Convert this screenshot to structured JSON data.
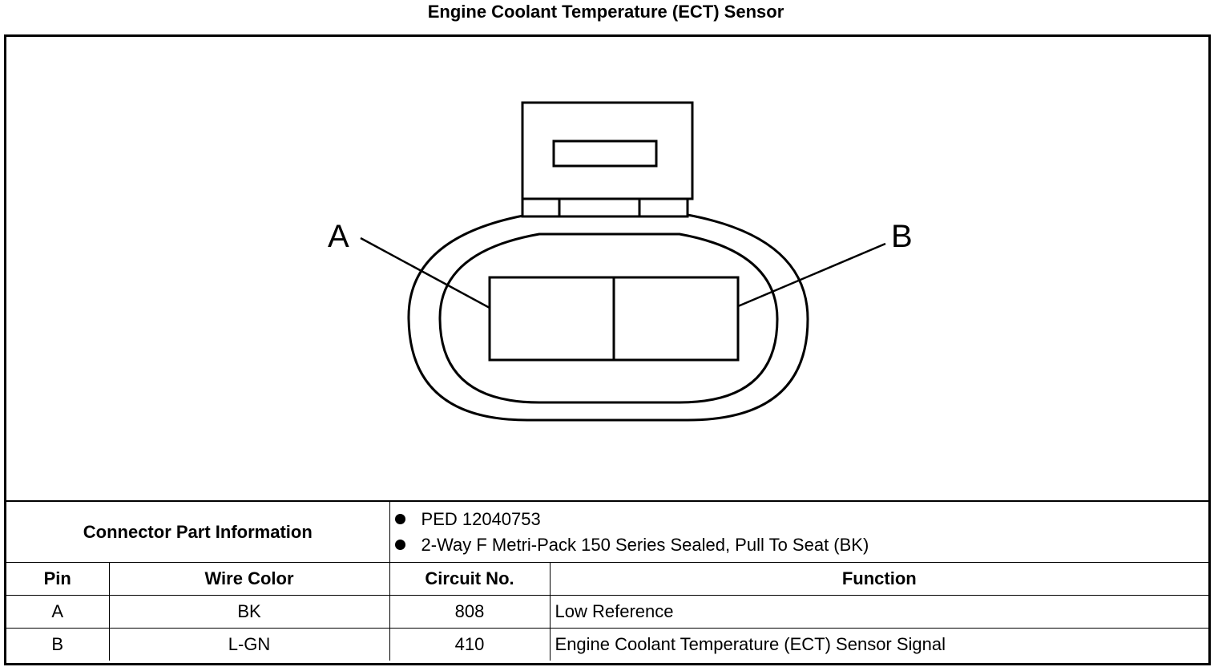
{
  "title": "Engine Coolant Temperature (ECT) Sensor",
  "diagram": {
    "pin_labels": [
      "A",
      "B"
    ]
  },
  "connector_info": {
    "label": "Connector Part Information",
    "items": [
      "PED 12040753",
      "2-Way F Metri-Pack 150 Series Sealed, Pull To Seat (BK)"
    ]
  },
  "table": {
    "headers": [
      "Pin",
      "Wire Color",
      "Circuit No.",
      "Function"
    ],
    "rows": [
      [
        "A",
        "BK",
        "808",
        "Low Reference"
      ],
      [
        "B",
        "L-GN",
        "410",
        "Engine Coolant Temperature (ECT) Sensor Signal"
      ]
    ]
  }
}
